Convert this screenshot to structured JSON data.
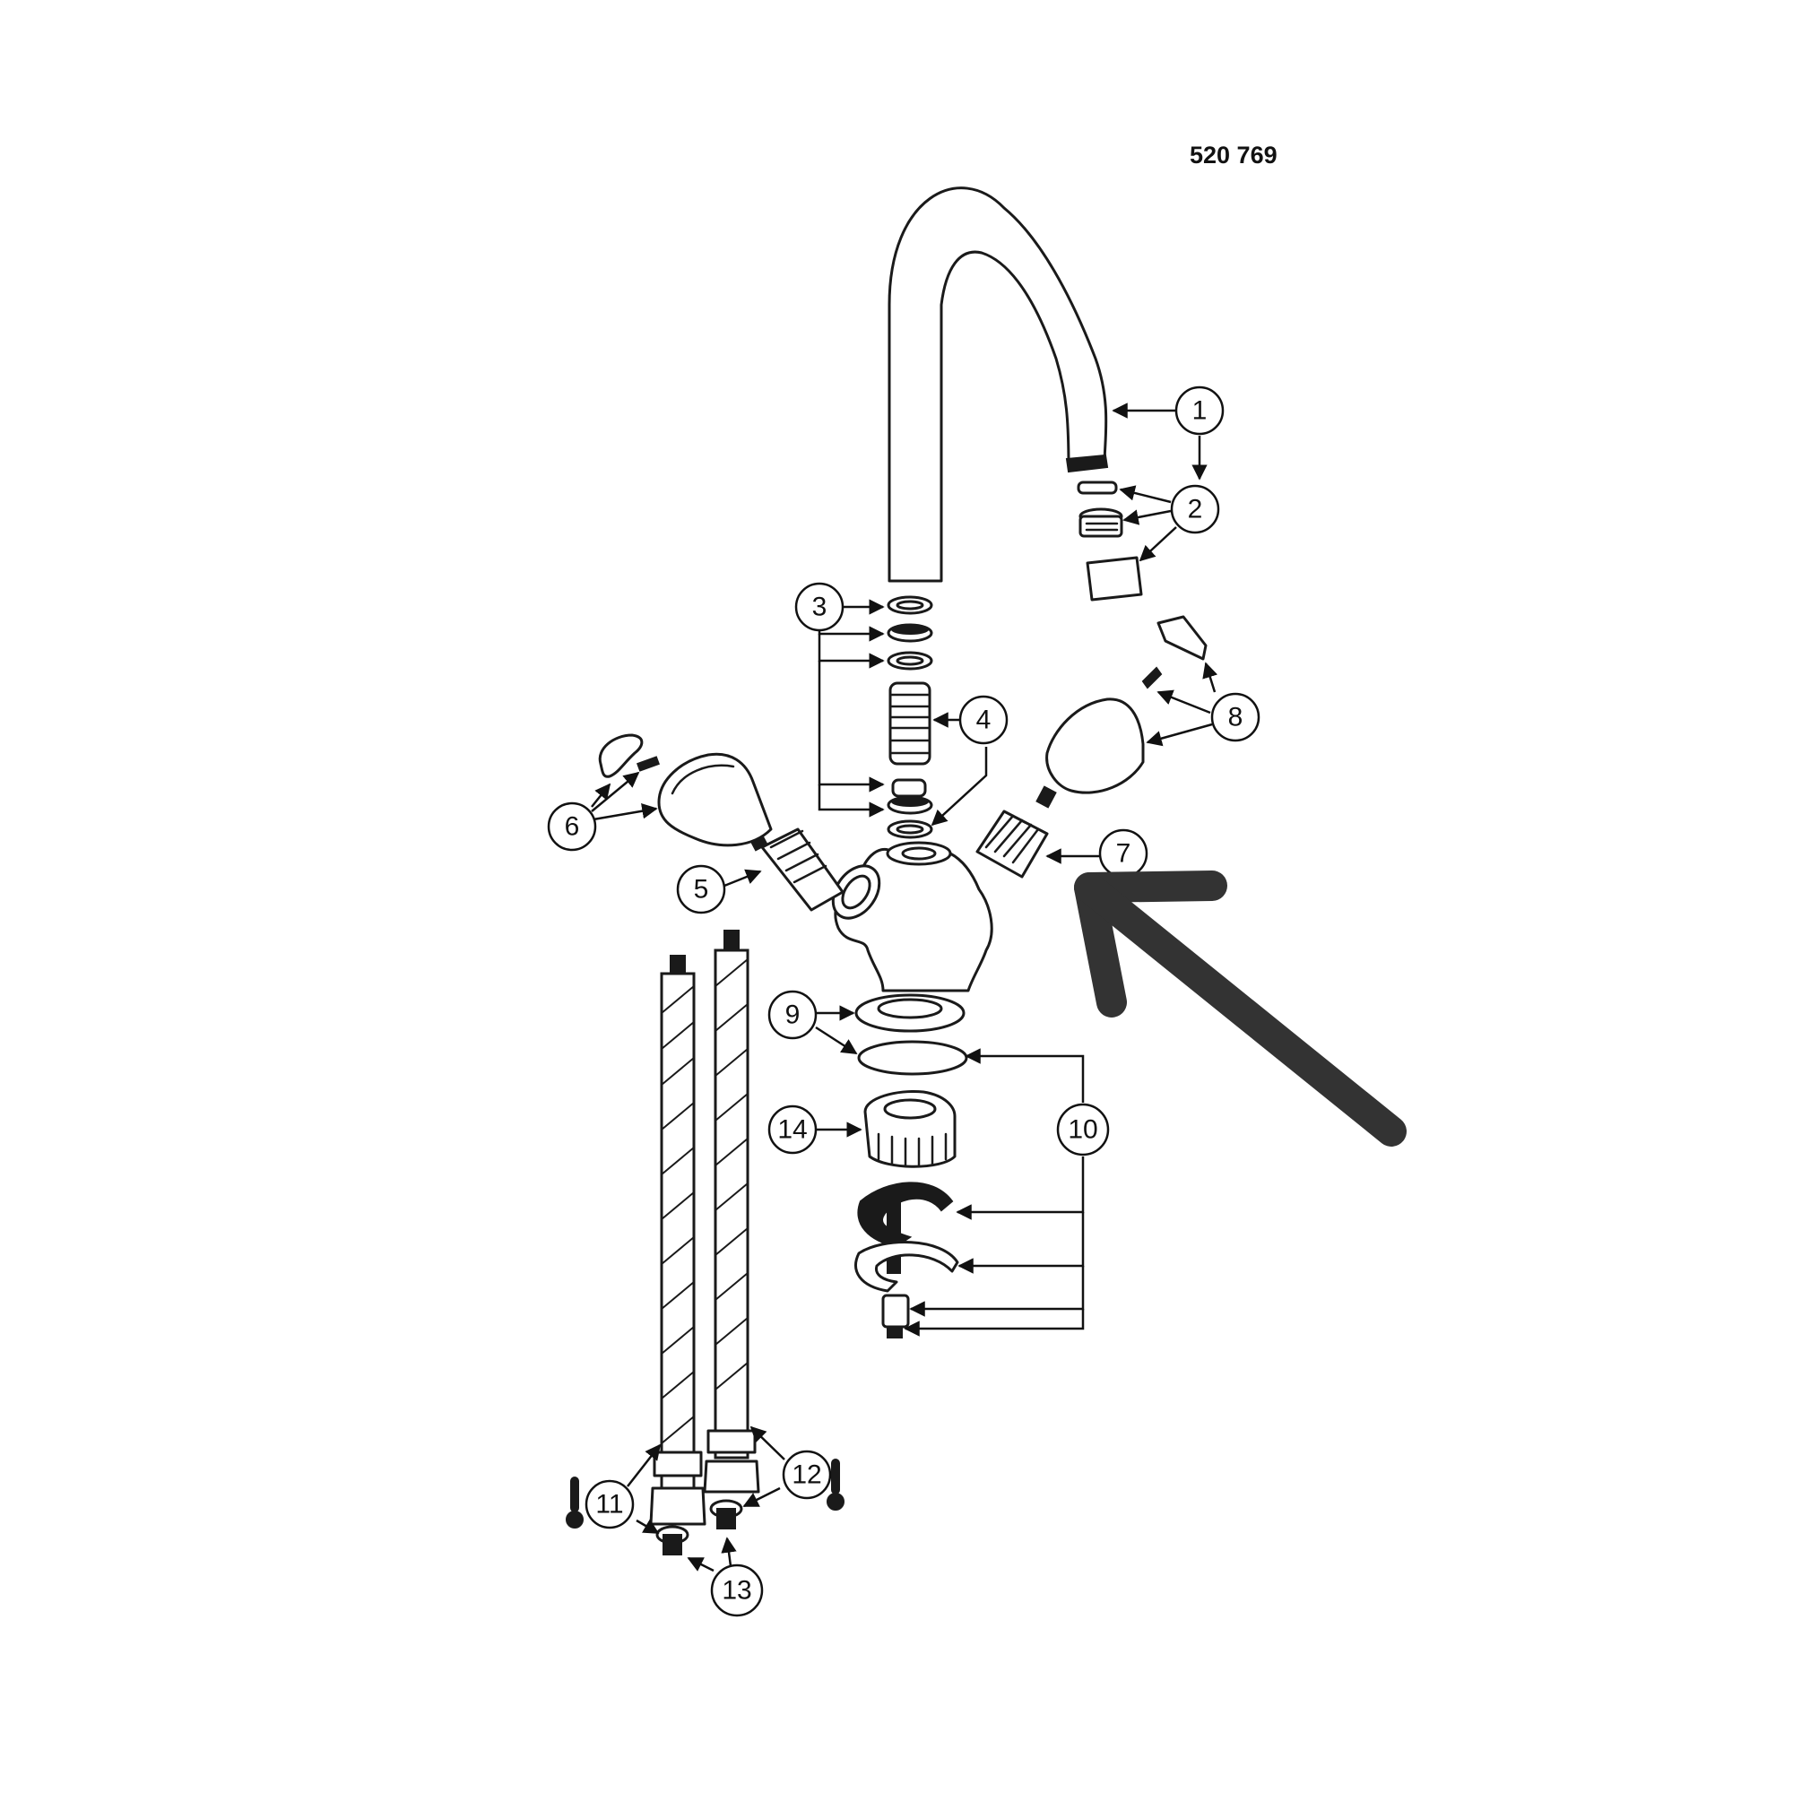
{
  "document": {
    "code": "520 769"
  },
  "callouts": [
    {
      "id": "1",
      "label": "1"
    },
    {
      "id": "2",
      "label": "2"
    },
    {
      "id": "3",
      "label": "3"
    },
    {
      "id": "4",
      "label": "4"
    },
    {
      "id": "5",
      "label": "5"
    },
    {
      "id": "6",
      "label": "6"
    },
    {
      "id": "7",
      "label": "7"
    },
    {
      "id": "8",
      "label": "8"
    },
    {
      "id": "9",
      "label": "9"
    },
    {
      "id": "10",
      "label": "10"
    },
    {
      "id": "11",
      "label": "11"
    },
    {
      "id": "12",
      "label": "12"
    },
    {
      "id": "13",
      "label": "13"
    },
    {
      "id": "14",
      "label": "14"
    }
  ],
  "icons": {
    "cold_marker": "thermometer-icon",
    "hot_marker": "thermometer-icon",
    "pointer": "large-arrow-icon"
  },
  "colors": {
    "line": "#1a1a1a",
    "pointer": "#333333",
    "background": "#ffffff"
  }
}
